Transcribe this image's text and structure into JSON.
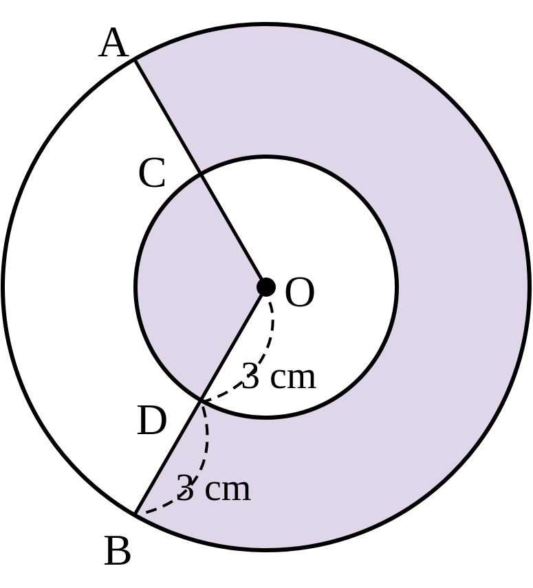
{
  "colors": {
    "shade": "#e0d6e9",
    "stroke": "#000000"
  },
  "points": {
    "A": "A",
    "B": "B",
    "C": "C",
    "D": "D",
    "O": "O"
  },
  "measurements": {
    "od": "3 cm",
    "db": "3 cm"
  }
}
